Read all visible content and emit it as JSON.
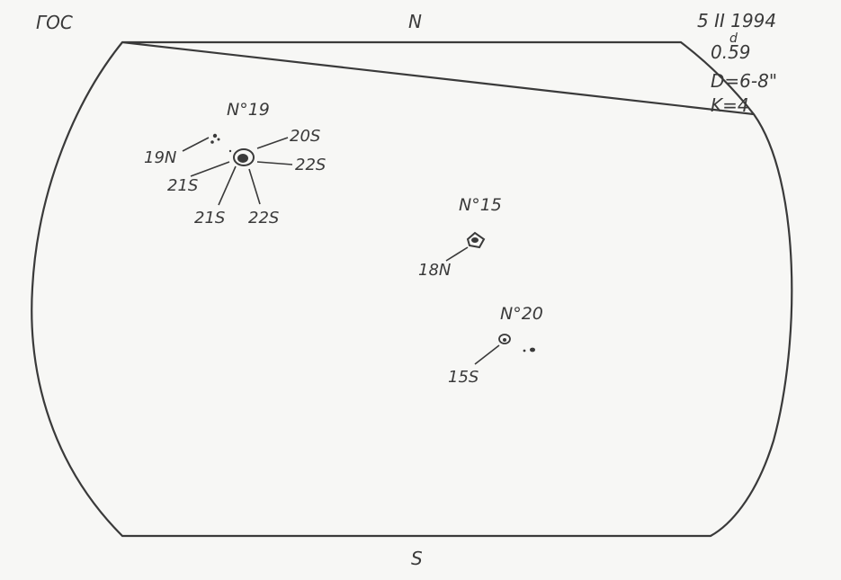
{
  "header": {
    "observatory": "ГОС",
    "north": "N",
    "south": "S"
  },
  "observation": {
    "date": "5 II 1994",
    "time": "0.59",
    "time_sup": "d",
    "seeing_d": "D=6-8\"",
    "quality_k": "K=4"
  },
  "groups": [
    {
      "number": "N°19",
      "spots": [
        "19N",
        "20S",
        "22S",
        "21S",
        "21S",
        "22S"
      ]
    },
    {
      "number": "N°15",
      "spots": [
        "18N"
      ]
    },
    {
      "number": "N°20",
      "spots": [
        "15S"
      ]
    }
  ],
  "colors": {
    "ink": "#3a3a3a",
    "paper": "#f7f7f5"
  }
}
